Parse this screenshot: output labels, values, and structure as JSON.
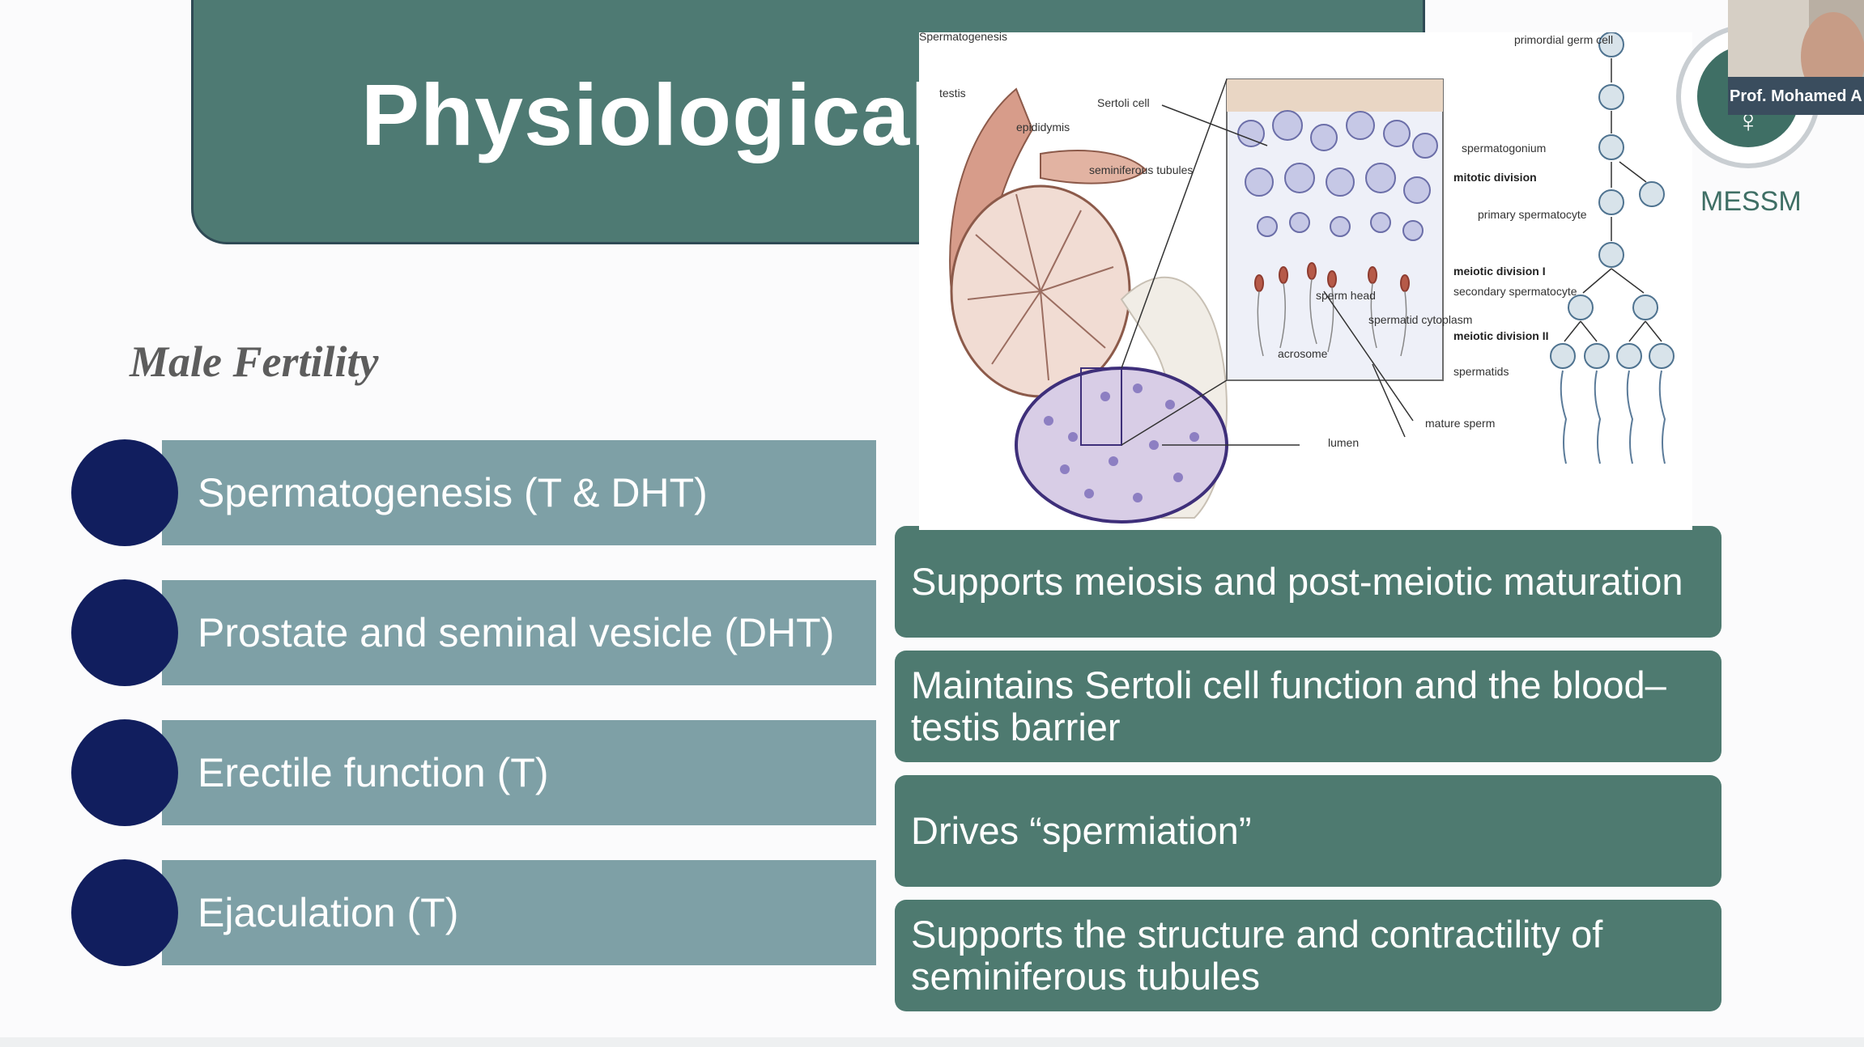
{
  "title": "Physiological",
  "subtitle": "Male Fertility",
  "left_items": [
    {
      "label": "Spermatogenesis (T & DHT)"
    },
    {
      "label": "Prostate and seminal vesicle (DHT)"
    },
    {
      "label": "Erectile function (T)"
    },
    {
      "label": "Ejaculation (T)"
    }
  ],
  "right_items": [
    {
      "label": "Supports meiosis and post-meiotic maturation"
    },
    {
      "label": "Maintains Sertoli cell function and the blood–testis barrier"
    },
    {
      "label": "Drives “spermiation”"
    },
    {
      "label": "Supports the structure and contractility of seminiferous tubules"
    }
  ],
  "diagram": {
    "title": "Spermatogenesis",
    "labels": {
      "testis": "testis",
      "epididymis": "epididymis",
      "sertoli_cell": "Sertoli cell",
      "seminiferous_tubules": "seminiferous tubules",
      "sperm_head": "sperm head",
      "spermatid_cytoplasm": "spermatid cytoplasm",
      "acrosome": "acrosome",
      "lumen": "lumen",
      "primordial_germ_cell": "primordial germ cell",
      "spermatogonium": "spermatogonium",
      "mitotic_division": "mitotic division",
      "primary_spermatocyte": "primary spermatocyte",
      "meiotic_division_1": "meiotic division I",
      "secondary_spermatocyte": "secondary spermatocyte",
      "meiotic_division_2": "meiotic division II",
      "spermatids": "spermatids",
      "mature_sperm": "mature sperm"
    }
  },
  "logo": {
    "text": "MESSM",
    "symbol": "☿"
  },
  "video": {
    "presenter_name": "Prof. Mohamed A"
  },
  "colors": {
    "banner": "#4e7a73",
    "left_bar": "#7ea0a6",
    "dot": "#111e5e",
    "right_box": "#4e7a70"
  }
}
